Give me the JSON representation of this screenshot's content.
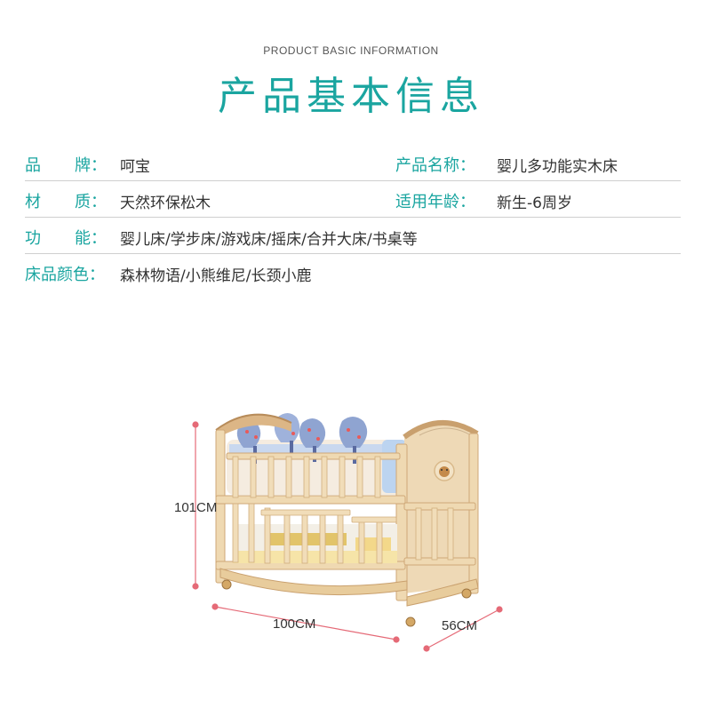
{
  "header": {
    "subtitle": "PRODUCT BASIC INFORMATION",
    "title": "产品基本信息"
  },
  "info": {
    "brand_label": "品牌：",
    "brand_label_a": "品",
    "brand_label_b": "牌：",
    "brand_value": "呵宝",
    "name_label": "产品名称：",
    "name_value": "婴儿多功能实木床",
    "material_label_a": "材",
    "material_label_b": "质：",
    "material_value": "天然环保松木",
    "age_label": "适用年龄：",
    "age_value": "新生-6周岁",
    "function_label_a": "功",
    "function_label_b": "能：",
    "function_value": "婴儿床/学步床/游戏床/摇床/合并大床/书桌等",
    "color_label": "床品颜色：",
    "color_value": "森林物语/小熊维尼/长颈小鹿"
  },
  "dimensions": {
    "height": "101CM",
    "length": "100CM",
    "depth": "56CM"
  },
  "colors": {
    "accent": "#1aa5a0",
    "dimension_line": "#e56a77"
  }
}
